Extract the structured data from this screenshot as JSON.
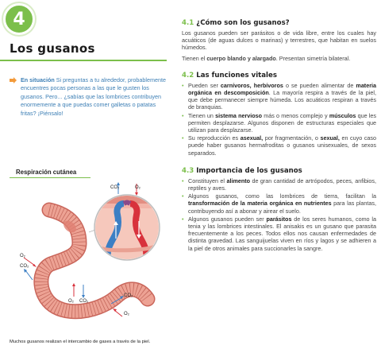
{
  "chapter": {
    "number": "4",
    "title": "Los gusanos"
  },
  "situation": {
    "lead": "En situación",
    "text": "Si preguntas a tu alrededor, probablemente encuentres pocas personas a las que le gusten los gusanos. Pero... ¿sabías que las lombrices contribuyen enormemente a que puedas comer galletas o patatas fritas? ¡Piénsalo!"
  },
  "figure": {
    "title": "Respiración cutánea",
    "caption": "Muchos gusanos realizan el intercambio de gases a través de la piel.",
    "labels": {
      "co2": "CO₂",
      "o2": "O₂"
    }
  },
  "sections": {
    "s1": {
      "num": "4.1",
      "title": "¿Cómo son los gusanos?",
      "p1": "Los gusanos pueden ser parásitos o de vida libre, entre los cuales hay acuáticos (de aguas dulces o marinas) y terrestres, que habitan en suelos húmedos.",
      "p2_a": "Tienen el ",
      "p2_b": "cuerpo blando y alargado",
      "p2_c": ". Presentan simetría bilateral."
    },
    "s2": {
      "num": "4.2",
      "title": "Las funciones vitales",
      "b1_a": "Pueden ser ",
      "b1_b": "carnívoros, herbívoros",
      "b1_c": " o se pueden alimentar de ",
      "b1_d": "materia orgánica en descomposición",
      "b1_e": ". La mayoría respira a través de la piel, que debe permanecer siempre húmeda. Los acuáticos respiran a través de branquias.",
      "b2_a": "Tienen un ",
      "b2_b": "sistema nervioso",
      "b2_c": " más o menos complejo y ",
      "b2_d": "músculos",
      "b2_e": " que les permiten desplazarse. Algunos disponen de estructuras especiales que utilizan para desplazarse.",
      "b3_a": "Su reproducción es ",
      "b3_b": "asexual,",
      "b3_c": " por fragmentación, o ",
      "b3_d": "sexual,",
      "b3_e": " en cuyo caso puede haber gusanos hermafroditas o gusanos unisexuales, de sexos separados."
    },
    "s3": {
      "num": "4.3",
      "title": "Importancia de los gusanos",
      "b1_a": "Constituyen el ",
      "b1_b": "alimento",
      "b1_c": " de gran cantidad de artrópodos, peces, anfibios, reptiles y aves.",
      "b2_a": "Algunos gusanos, como las lombrices de tierra, facilitan la ",
      "b2_b": "transformación de la materia orgánica en nutrientes",
      "b2_c": " para las plantas, contribuyendo así a abonar y airear el suelo.",
      "b3_a": "Algunos gusanos pueden ser ",
      "b3_b": "parásitos",
      "b3_c": " de los seres humanos, como la tenia y las lombrices intestinales. El anisakis es un gusano que parasita frecuentemente a los peces. Todos ellos nos causan enfermedades de distinta gravedad. Las sanguijuelas viven en ríos y lagos y se adhieren a la piel de otros animales para succionarles la sangre."
    }
  },
  "colors": {
    "accent_green": "#7cbf4b",
    "situation_blue": "#3d7fb5",
    "worm": "#e8988a",
    "blood_red": "#d8323c",
    "vessel_blue": "#3c7fc4"
  }
}
